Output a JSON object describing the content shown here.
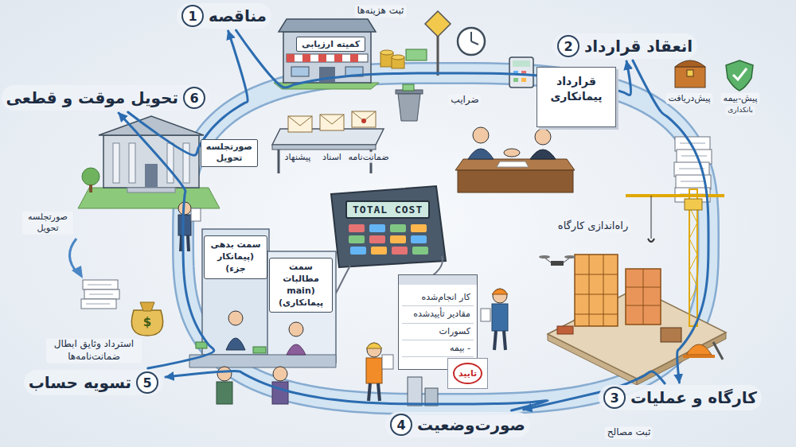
{
  "diagram": {
    "nodes": [
      {
        "text": [
          "1",
          "مناقصه"
        ]
      },
      {
        "text": [
          "2",
          "انعقاد قرارداد"
        ]
      },
      {
        "text": [
          "3",
          "کارگاه و عملیات"
        ]
      },
      {
        "text": [
          "4",
          "صورت‌وضعیت"
        ]
      },
      {
        "text": [
          "5",
          "تسویه حساب"
        ]
      },
      {
        "text": [
          "6",
          "تحویل موقت و قطعی"
        ]
      },
      {
        "text": [
          "کمیته ارزیابی"
        ]
      },
      {
        "text": [
          "قرارداد پیمانکاری"
        ]
      },
      {
        "text": [
          "TOTAL COST"
        ]
      },
      {
        "text": [
          "سمت بدهی (پیمانکار جزء)"
        ]
      },
      {
        "text": [
          "سمت مطالبات (main پیمانکاری)"
        ]
      },
      {
        "text": [
          "کار انجام‌شده",
          "مقادیر تأییدشده",
          "کسورات",
          "- بیمه"
        ]
      },
      {
        "text": [
          "تایید"
        ]
      },
      {
        "text": [
          "صورتجلسه تحویل"
        ]
      }
    ],
    "edges": [
      {
        "from": 0,
        "to": 1,
        "arrow": "to"
      },
      {
        "from": 1,
        "to": 2,
        "arrow": "to"
      },
      {
        "from": 2,
        "to": 3,
        "arrow": "to"
      },
      {
        "from": 3,
        "to": 4,
        "arrow": "to"
      },
      {
        "from": 4,
        "to": 5,
        "arrow": "to"
      },
      {
        "from": 5,
        "to": 0,
        "arrow": "to"
      }
    ],
    "labels": [
      "ثبت هزینه‌ها",
      "ضرایب",
      "پیش‌دریافت",
      "پیش-بیمه",
      "بانکداری",
      "پیشنهاد",
      "اسناد",
      "ضمانت‌نامه",
      "راه‌اندازی کارگاه",
      "ثبت مصالح",
      "$",
      "صورتجلسه تحویل",
      "استرداد وثایق ابطال ضمانت‌نامه‌ها"
    ]
  }
}
